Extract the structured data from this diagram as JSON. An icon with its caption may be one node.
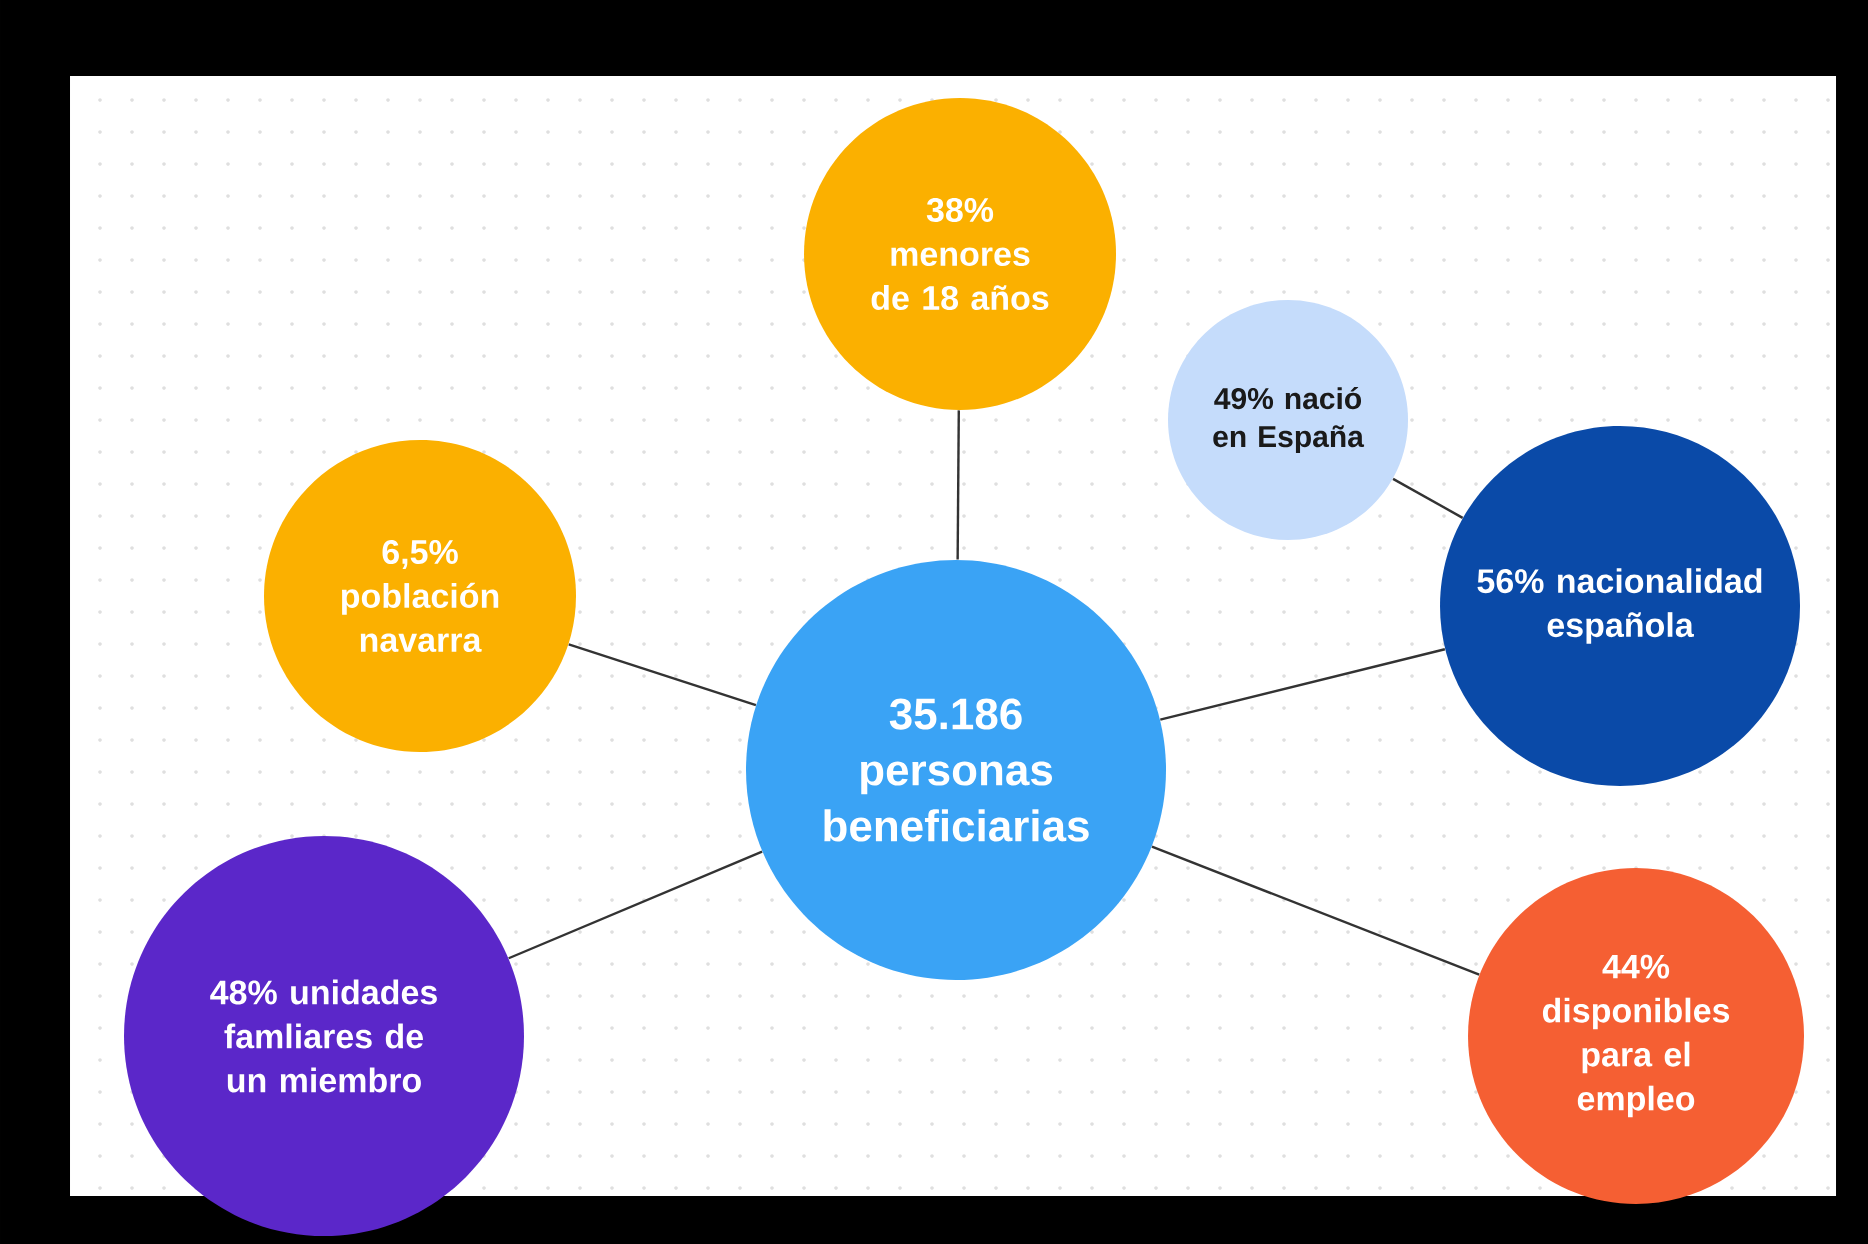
{
  "diagram": {
    "nodes": [
      {
        "text": [
          "35.186 personas beneficiarias"
        ]
      },
      {
        "text": [
          "38% menores de 18 años"
        ]
      },
      {
        "text": [
          "49% nació en España"
        ]
      },
      {
        "text": [
          "56% nacionalidad española"
        ]
      },
      {
        "text": [
          "6,5% población navarra"
        ]
      },
      {
        "text": [
          "48% unidades famliares de un miembro"
        ]
      },
      {
        "text": [
          "44% disponibles para el empleo"
        ]
      }
    ],
    "edges": [
      {
        "from": 0,
        "to": 1,
        "arrow": "none"
      },
      {
        "from": 0,
        "to": 4,
        "arrow": "none"
      },
      {
        "from": 0,
        "to": 3,
        "arrow": "none"
      },
      {
        "from": 0,
        "to": 5,
        "arrow": "none"
      },
      {
        "from": 0,
        "to": 6,
        "arrow": "none"
      },
      {
        "from": 2,
        "to": 3,
        "arrow": "none"
      }
    ]
  }
}
